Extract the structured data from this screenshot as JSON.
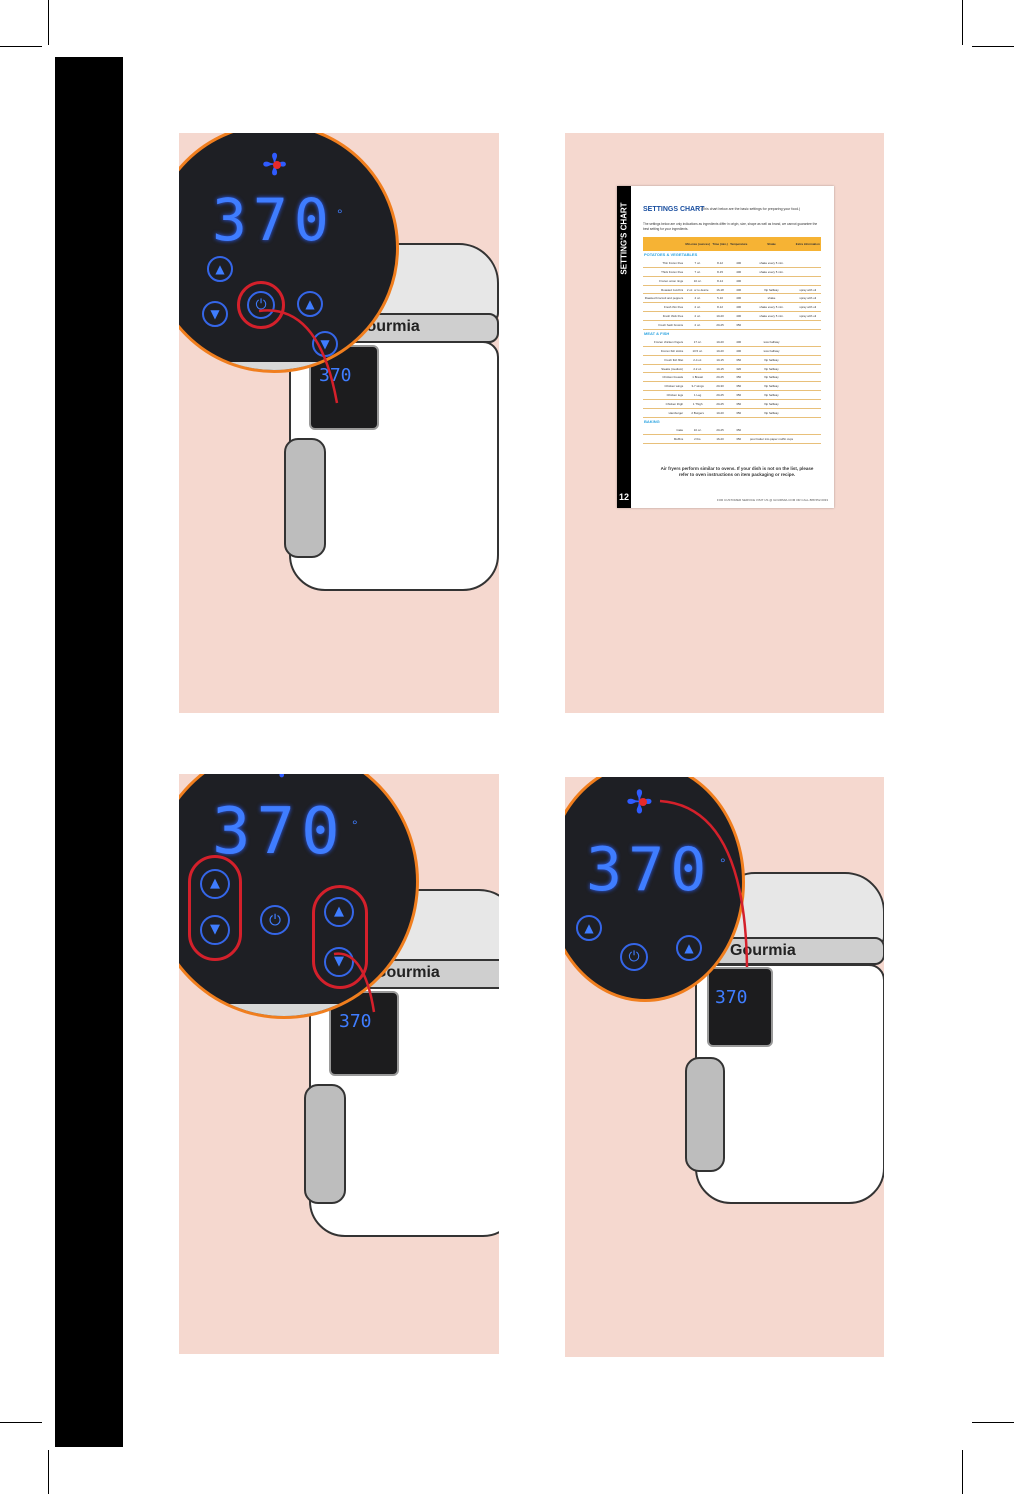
{
  "quad_a": {
    "temperature": "370",
    "degree": "°",
    "brand": "Gourmia",
    "mini_temperature": "370"
  },
  "quad_b": {
    "side_title": "SETTING'S CHART",
    "page_number": "12",
    "title": "SETTINGS CHART",
    "title_note": "(This chart below are the basic settings for preparing your food.)",
    "intro": "The settings below are only indications as ingredients differ in origin, size, shape as well as brand, we cannot guarantee the best setting for your ingredients.",
    "headers": [
      "",
      "Min-max (ounces)",
      "Time (min.)",
      "Temperature",
      "Shake",
      "Extra information"
    ],
    "sections": [
      {
        "name": "POTATOES & VEGETABLES",
        "rows": [
          [
            "Thin frozen fries",
            "7 oz.",
            "8-12",
            "400",
            "shake every 5 min.",
            ""
          ],
          [
            "Thick frozen fries",
            "7 oz.",
            "8-15",
            "400",
            "shake every 5 min.",
            ""
          ],
          [
            "Frozen onion rings",
            "10 oz.",
            "8-14",
            "400",
            "",
            ""
          ],
          [
            "Roasted zucchini",
            "2 oz. or to desire",
            "16-18",
            "400",
            "flip halfway",
            "spray with oil"
          ],
          [
            "Roasted broccoli and peppers",
            "4 oz.",
            "5-10",
            "400",
            "shake",
            "spray with oil"
          ],
          [
            "Fresh thin fries",
            "2 oz.",
            "8-12",
            "400",
            "shake every 5 min.",
            "spray with oil"
          ],
          [
            "Fresh thick fries",
            "2 oz.",
            "10-20",
            "400",
            "shake every 5 min.",
            "spray with oil"
          ],
          [
            "Fresh hash browns",
            "2 oz.",
            "20-25",
            "350",
            "",
            ""
          ]
        ]
      },
      {
        "name": "MEAT & FISH",
        "rows": [
          [
            "Frozen chicken fingers",
            "17 oz.",
            "10-20",
            "400",
            "toss halfway",
            ""
          ],
          [
            "Frozen fish sticks",
            "10.5 oz.",
            "10-20",
            "400",
            "toss halfway",
            ""
          ],
          [
            "Fresh fish fillet",
            "2-4 oz.",
            "10-15",
            "350",
            "flip halfway",
            ""
          ],
          [
            "Steaks (medium)",
            "2.2 oz.",
            "10-15",
            "320",
            "flip halfway",
            ""
          ],
          [
            "Chicken breasts",
            "1 Breast",
            "20-25",
            "350",
            "flip halfway",
            ""
          ],
          [
            "Chicken wings",
            "3-7 wings",
            "20-30",
            "350",
            "flip halfway",
            ""
          ],
          [
            "Chicken legs",
            "1 Leg",
            "20-25",
            "350",
            "flip halfway",
            ""
          ],
          [
            "Chicken thigh",
            "1 Thigh",
            "20-25",
            "350",
            "flip halfway",
            ""
          ],
          [
            "Hamburger",
            "2 Burgers",
            "10-20",
            "350",
            "flip halfway",
            ""
          ]
        ]
      },
      {
        "name": "BAKING",
        "rows": [
          [
            "Cake",
            "10 oz.",
            "20-25",
            "350",
            "",
            ""
          ],
          [
            "Muffins",
            "2 Ibs.",
            "16-20",
            "350",
            "pour batter into paper muffin cups",
            ""
          ]
        ]
      }
    ],
    "footer": "Air fryers perform similar to ovens. If your dish is not on the list, please refer to oven instructions on item packaging or recipe.",
    "contact": "FOR CUSTOMER SERVICE VISIT US @ GOURMIA.COM OR CALL 888.552.0033"
  },
  "quad_c": {
    "temperature": "370",
    "degree": "°",
    "brand": "Gourmia",
    "mini_temperature": "370"
  },
  "quad_d": {
    "temperature": "370",
    "degree": "°",
    "brand": "Gourmia",
    "mini_temperature": "370"
  },
  "colors": {
    "panel_bg": "#f5d8cf",
    "accent_orange": "#f07e1e",
    "led_blue": "#3f7dff",
    "highlight_red": "#d4202b",
    "chart_header": "#f6b334",
    "section_blue": "#2ba3e0"
  },
  "icons": [
    "fan-icon",
    "power-icon",
    "up-arrow-icon",
    "down-arrow-icon",
    "temperature-icon"
  ]
}
